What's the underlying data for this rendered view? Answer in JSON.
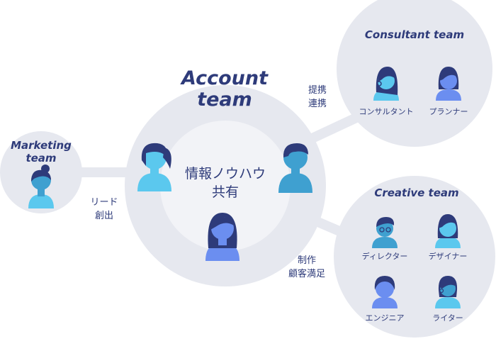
{
  "colors": {
    "background": "#ffffff",
    "circle_outer": "#e6e8ef",
    "circle_inner": "#f2f3f7",
    "connector": "#e6e8ef",
    "text": "#2e3b7a",
    "hair": "#2e3b7a",
    "skin_cyan": "#5bc8ee",
    "skin_blue": "#6b8ef0",
    "skin_teal": "#3fa0d0",
    "shirt_cyan": "#5bc8ee",
    "shirt_blue": "#6b8ef0"
  },
  "teams": {
    "marketing": {
      "title_line1": "Marketing",
      "title_line2": "team"
    },
    "account": {
      "title_line1": "Account",
      "title_line2": "team",
      "center_line1": "情報ノウハウ",
      "center_line2": "共有"
    },
    "consultant": {
      "title": "Consultant team",
      "members": [
        "コンサルタント",
        "プランナー"
      ]
    },
    "creative": {
      "title": "Creative team",
      "members": [
        "ディレクター",
        "デザイナー",
        "エンジニア",
        "ライター"
      ]
    }
  },
  "edges": {
    "marketing_account": {
      "line1": "リード",
      "line2": "創出"
    },
    "account_consultant": {
      "line1": "提携",
      "line2": "連携"
    },
    "account_creative": {
      "line1": "制作",
      "line2": "顧客満足"
    }
  }
}
